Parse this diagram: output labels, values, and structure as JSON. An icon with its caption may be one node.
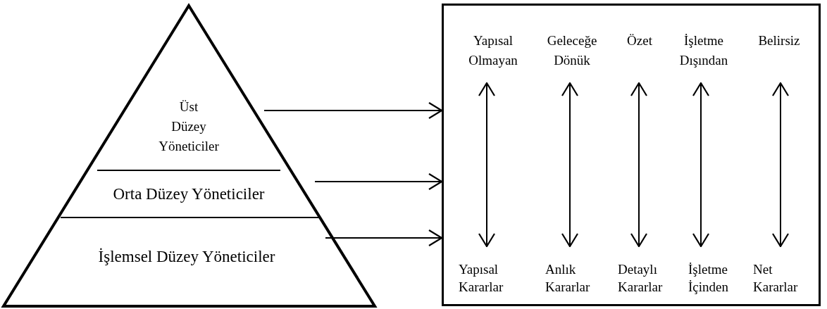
{
  "diagram": {
    "nodes": [
      {
        "text": [
          "Üst Düzey Yöneticiler"
        ]
      },
      {
        "text": [
          "Orta Düzey Yöneticiler"
        ]
      },
      {
        "text": [
          "İşlemsel Düzey Yöneticiler"
        ]
      },
      {
        "text": [],
        "shape": "box"
      },
      {
        "text": [
          "Yapısal Olmayan"
        ],
        "in": 3
      },
      {
        "text": [
          "Geleceğe Dönük"
        ],
        "in": 3
      },
      {
        "text": [
          "Özet"
        ],
        "in": 3
      },
      {
        "text": [
          "İşletme Dışından"
        ],
        "in": 3
      },
      {
        "text": [
          "Belirsiz"
        ],
        "in": 3
      },
      {
        "text": [
          "Yapısal Kararlar"
        ],
        "in": 3
      },
      {
        "text": [
          "Anlık Kararlar"
        ],
        "in": 3
      },
      {
        "text": [
          "Detaylı Kararlar"
        ],
        "in": 3
      },
      {
        "text": [
          "İşletme İçinden"
        ],
        "in": 3
      },
      {
        "text": [
          "Net Kararlar"
        ],
        "in": 3
      }
    ],
    "edges": [
      {
        "from": 0,
        "to": 3,
        "arrow": "to"
      },
      {
        "from": 1,
        "to": 3,
        "arrow": "to"
      },
      {
        "from": 2,
        "to": 3,
        "arrow": "to"
      },
      {
        "from": 4,
        "to": 9,
        "arrow": "both"
      },
      {
        "from": 5,
        "to": 10,
        "arrow": "both"
      },
      {
        "from": 6,
        "to": 11,
        "arrow": "both"
      },
      {
        "from": 7,
        "to": 12,
        "arrow": "both"
      },
      {
        "from": 8,
        "to": 13,
        "arrow": "both"
      }
    ]
  }
}
